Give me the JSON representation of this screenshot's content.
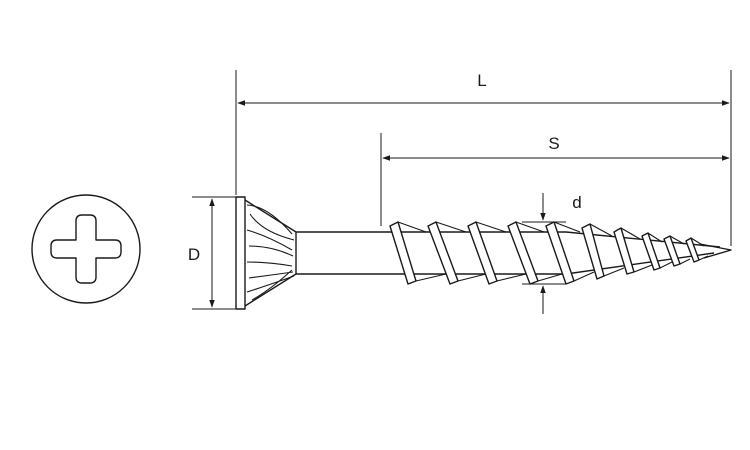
{
  "labels": {
    "total_length": "L",
    "thread_length": "S",
    "head_diameter": "D",
    "thread_diameter": "d"
  },
  "colors": {
    "line": "#1a1a1a",
    "thread_fill": "#ffffff",
    "background": "#ffffff"
  },
  "icons": {
    "head_top_view": "phillips-cross-head"
  }
}
